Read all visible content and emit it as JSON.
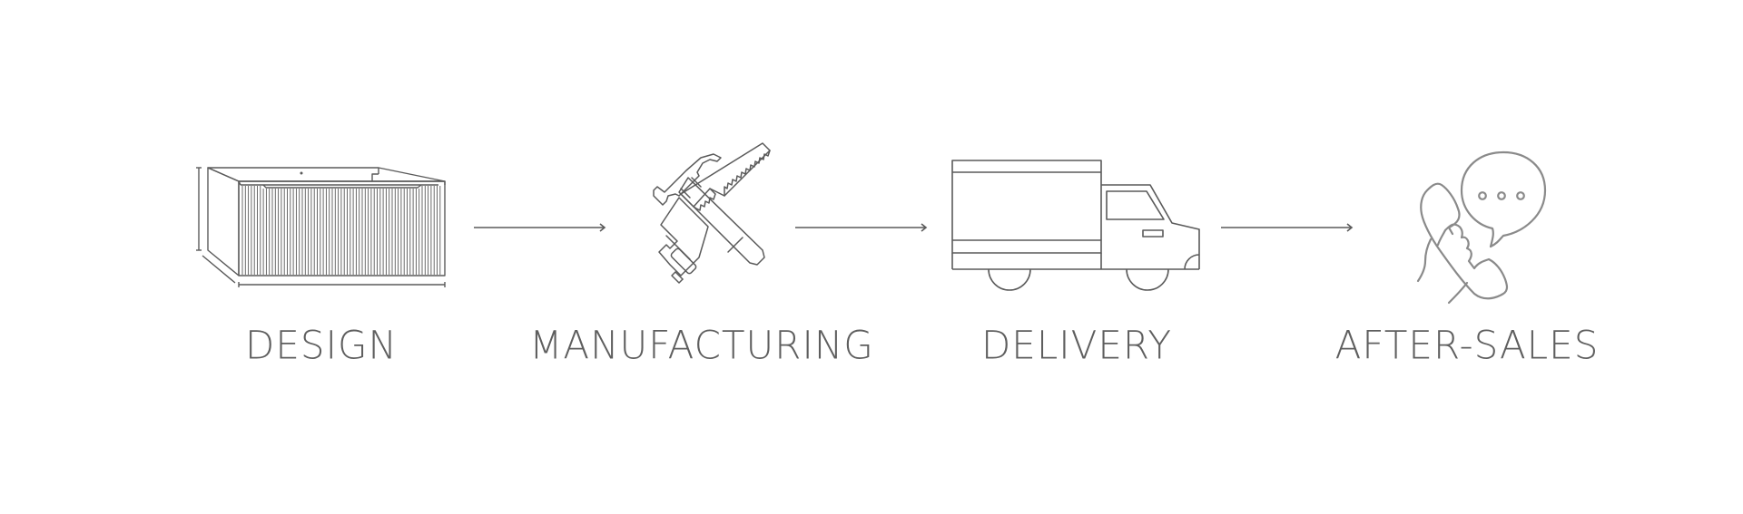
{
  "colors": {
    "line": "#5a5a5a",
    "label": "#5e5e5e",
    "icon_light": "#8a8a8a",
    "background": "#ffffff"
  },
  "steps": [
    {
      "label": "DESIGN",
      "icon": "vanity-cabinet-icon"
    },
    {
      "label": "MANUFACTURING",
      "icon": "hammer-saw-icon"
    },
    {
      "label": "DELIVERY",
      "icon": "delivery-truck-icon"
    },
    {
      "label": "AFTER-SALES",
      "icon": "phone-chat-support-icon"
    }
  ],
  "connectors": [
    "arrow-right-icon",
    "arrow-right-icon",
    "arrow-right-icon"
  ]
}
